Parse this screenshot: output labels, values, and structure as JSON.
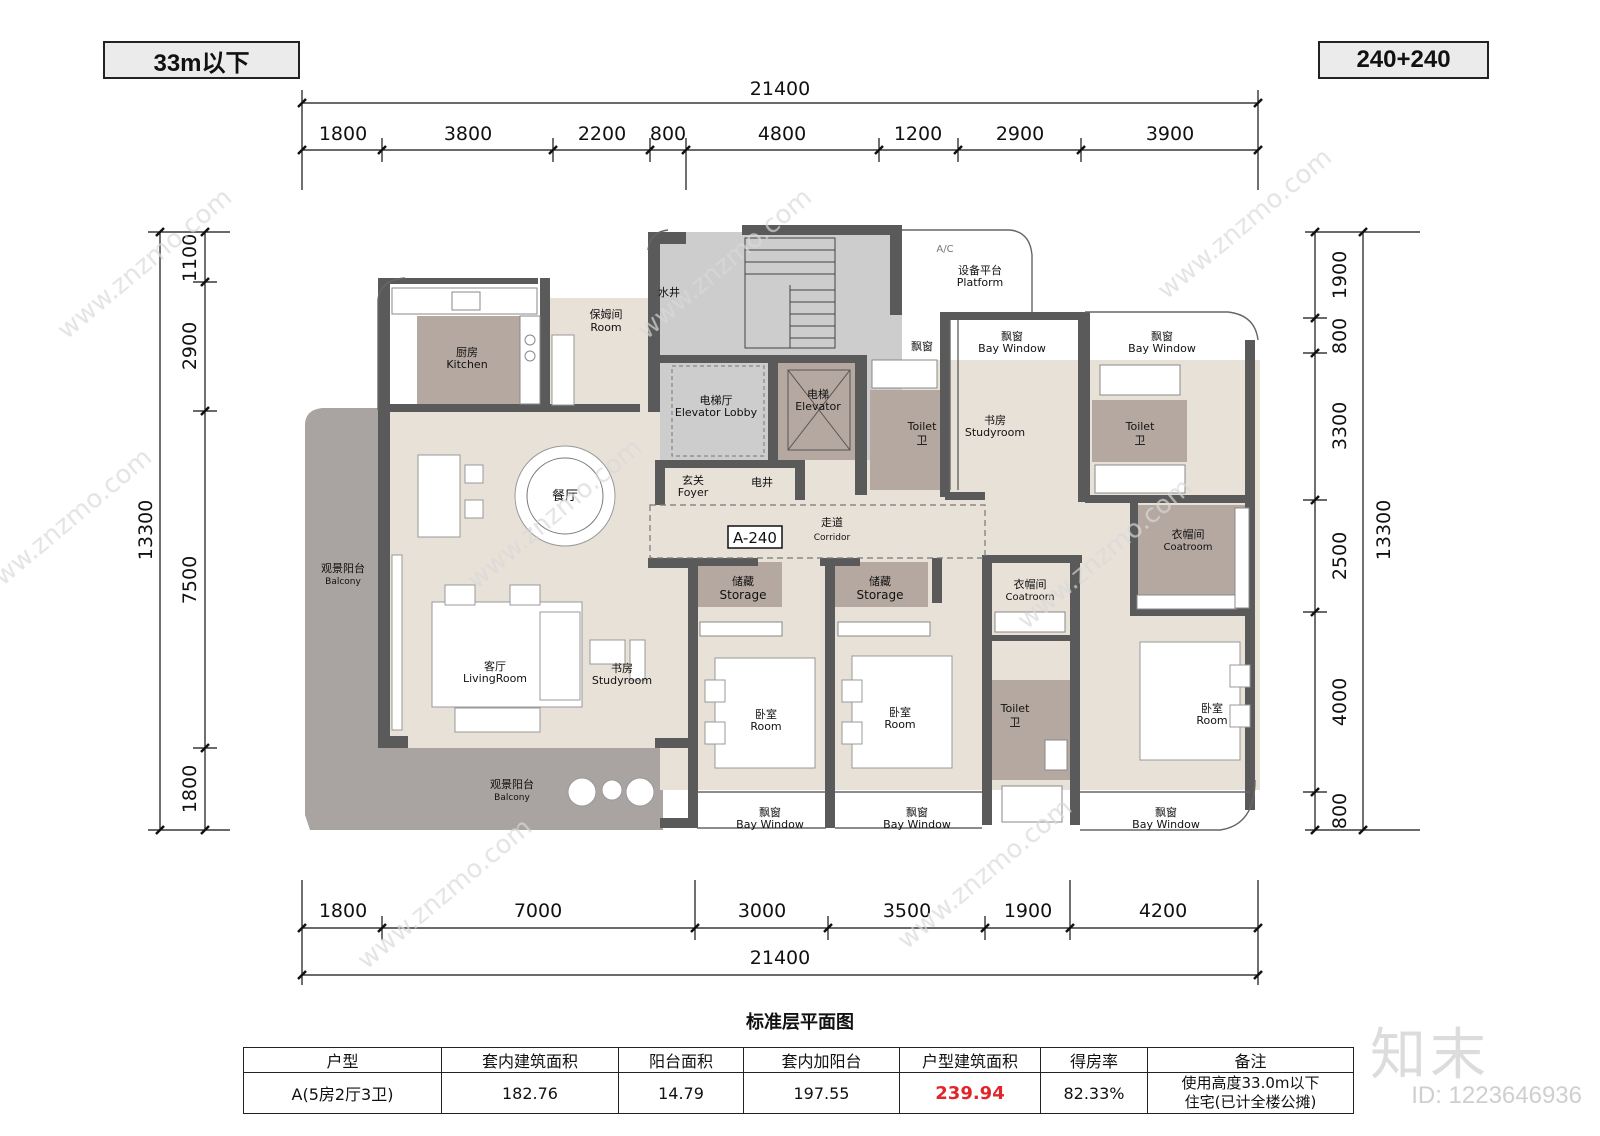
{
  "tags": {
    "left": "33m以下",
    "right": "240+240"
  },
  "dimensions": {
    "top_total": "21400",
    "top_segments": [
      "1800",
      "3800",
      "2200",
      "800",
      "4800",
      "1200",
      "2900",
      "3900"
    ],
    "bottom_total": "21400",
    "bottom_segments": [
      "1800",
      "7000",
      "3000",
      "3500",
      "1900",
      "4200"
    ],
    "left_total": "13300",
    "left_segments": [
      "1100",
      "2900",
      "7500",
      "1800"
    ],
    "right_total": "13300",
    "right_segments": [
      "1900",
      "800",
      "3300",
      "2500",
      "4000",
      "800"
    ]
  },
  "rooms": {
    "kitchen": [
      "厨房",
      "Kitchen"
    ],
    "maid_room": [
      "保姆间",
      "Room"
    ],
    "water_shaft": "水井",
    "elevator_lobby": [
      "电梯厅",
      "Elevator Lobby"
    ],
    "elevator": [
      "电梯",
      "Elevator"
    ],
    "platform": [
      "设备平台",
      "Platform"
    ],
    "ac_mark": "A/C",
    "bay_window_small": "飘窗",
    "bay_window_1": [
      "飘窗",
      "Bay Window"
    ],
    "bay_window_2": [
      "飘窗",
      "Bay Window"
    ],
    "toilet_1": [
      "Toilet",
      "卫"
    ],
    "toilet_2": [
      "Toilet",
      "卫"
    ],
    "toilet_3": [
      "Toilet",
      "卫"
    ],
    "study_1": [
      "书房",
      "Studyroom"
    ],
    "study_2": [
      "书房",
      "Studyroom"
    ],
    "dining": "餐厅",
    "foyer": [
      "玄关",
      "Foyer"
    ],
    "electric_shaft": "电井",
    "corridor": [
      "走道",
      "Corridor"
    ],
    "unit_label": "A-240",
    "balcony_side": [
      "观景阳台",
      "Balcony"
    ],
    "balcony_bottom": [
      "观景阳台",
      "Balcony"
    ],
    "living": [
      "客厅",
      "LivingRoom"
    ],
    "storage_1": [
      "储藏",
      "Storage"
    ],
    "storage_2": [
      "储藏",
      "Storage"
    ],
    "coatroom_1": [
      "衣帽间",
      "Coatroom"
    ],
    "coatroom_2": [
      "衣帽间",
      "Coatroom"
    ],
    "bedroom_1": [
      "卧室",
      "Room"
    ],
    "bedroom_2": [
      "卧室",
      "Room"
    ],
    "bedroom_3": [
      "卧室",
      "Room"
    ],
    "bay_window_b1": [
      "飘窗",
      "Bay Window"
    ],
    "bay_window_b2": [
      "飘窗",
      "Bay Window"
    ],
    "bay_window_b3": [
      "飘窗",
      "Bay Window"
    ]
  },
  "watermark": {
    "site": "www.znzmo.com",
    "logo": "知末",
    "id": "ID: 1223646936"
  },
  "caption": "标准层平面图",
  "table": {
    "headers": [
      "户型",
      "套内建筑面积",
      "阳台面积",
      "套内加阳台",
      "户型建筑面积",
      "得房率",
      "备注"
    ],
    "row": [
      "A(5房2厅3卫)",
      "182.76",
      "14.79",
      "197.55",
      "239.94",
      "82.33%"
    ],
    "note_lines": [
      "使用高度33.0m以下",
      "住宅(已计全楼公摊)"
    ]
  },
  "colors": {
    "wall": "#5a5a5a",
    "floor": "#e8e1d8",
    "room_dark": "#b5a8a1",
    "core": "#cdcdcd",
    "balcony": "#a9a3a1",
    "highlight": "#e0262a"
  }
}
